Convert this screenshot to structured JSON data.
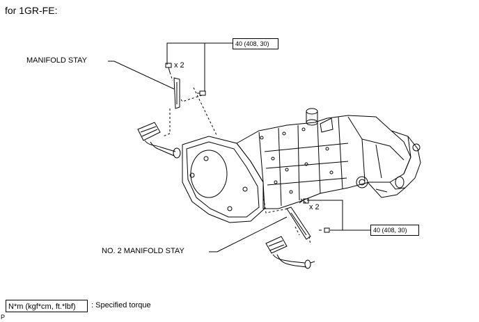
{
  "heading": "for 1GR-FE:",
  "labels": {
    "manifold_stay": "MANIFOLD STAY",
    "no2_manifold_stay": "NO. 2 MANIFOLD STAY"
  },
  "torque": {
    "top": "40 (408, 30)",
    "bottom": "40 (408, 30)"
  },
  "quantities": {
    "top": "x 2",
    "bottom": "x 2"
  },
  "legend": {
    "box": "N*m (kgf*cm, ft.*lbf)",
    "text": ": Specified torque"
  },
  "corner_mark": "P"
}
